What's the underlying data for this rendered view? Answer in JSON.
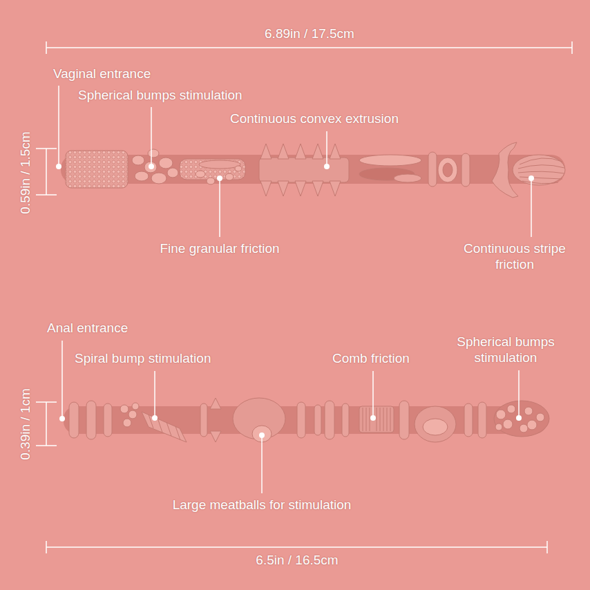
{
  "diagram": {
    "labels": [
      "6.89in / 17.5cm",
      "Vaginal entrance",
      "Spherical bumps stimulation",
      "Continuous convex extrusion",
      "0.59in / 1.5cm",
      "Fine granular friction",
      "Continuous stripe friction",
      "Anal entrance",
      "Spiral bump stimulation",
      "Comb friction",
      "Spherical bumps stimulation",
      "0.39in / 1cm",
      "Large meatballs for stimulation",
      "6.5in / 16.5cm"
    ]
  }
}
